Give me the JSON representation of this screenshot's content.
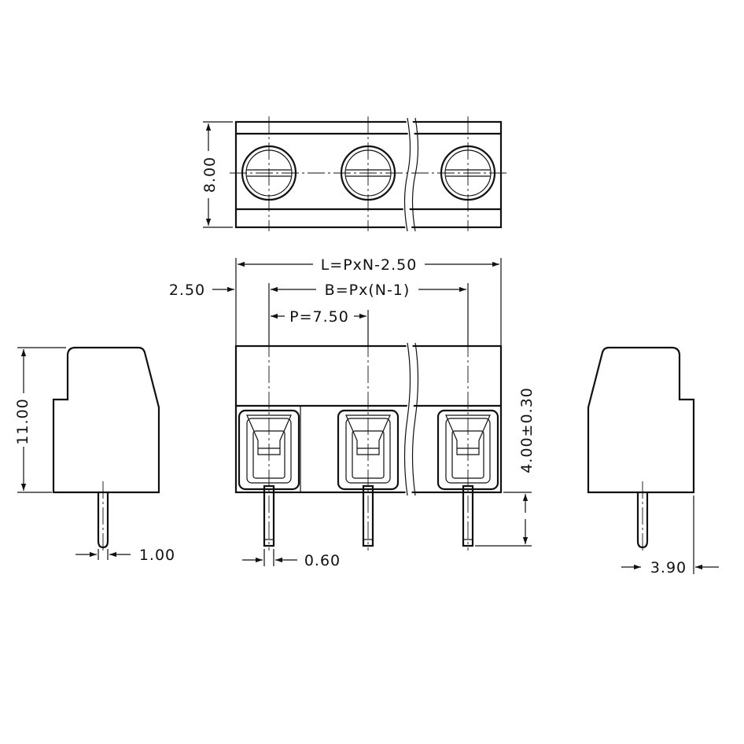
{
  "drawing": {
    "dimensions": {
      "height_top": "8.00",
      "length_formula": "L=PxN-2.50",
      "offset": "2.50",
      "body_formula": "B=Px(N-1)",
      "pitch": "P=7.50",
      "pin_length": "4.00±0.30",
      "side_height": "11.00",
      "pin_diameter": "1.00",
      "pin_width": "0.60",
      "pin_offset": "3.90"
    },
    "colors": {
      "ink": "#111111",
      "background": "#ffffff"
    }
  }
}
